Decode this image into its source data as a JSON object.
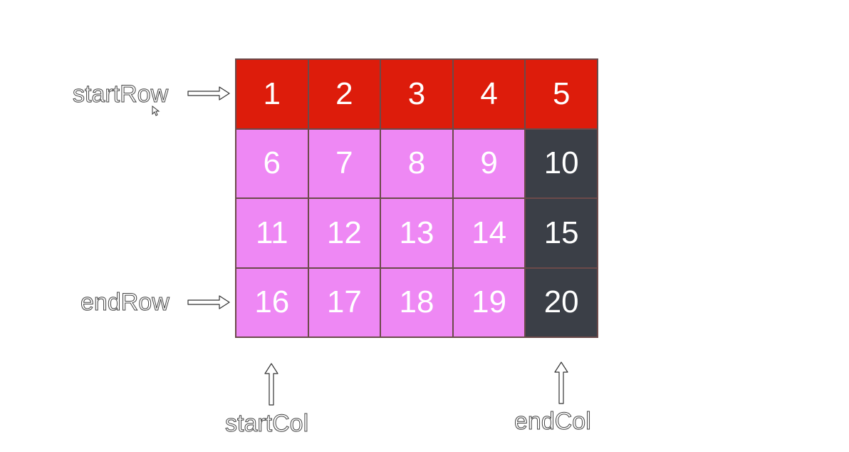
{
  "matrix": {
    "rows": [
      [
        "1",
        "2",
        "3",
        "4",
        "5"
      ],
      [
        "6",
        "7",
        "8",
        "9",
        "10"
      ],
      [
        "11",
        "12",
        "13",
        "14",
        "15"
      ],
      [
        "16",
        "17",
        "18",
        "19",
        "20"
      ]
    ],
    "cell_states": [
      [
        "top",
        "top",
        "top",
        "top",
        "top"
      ],
      [
        "body",
        "body",
        "body",
        "body",
        "right"
      ],
      [
        "body",
        "body",
        "body",
        "body",
        "right"
      ],
      [
        "body",
        "body",
        "body",
        "body",
        "right"
      ]
    ]
  },
  "colors": {
    "top": "#dd1c0b",
    "body": "#ee88f4",
    "right": "#3b3f47",
    "grid_line": "#6b4a4a"
  },
  "labels": {
    "start_row": "startRow",
    "end_row": "endRow",
    "start_col": "startCol",
    "end_col": "endCol"
  }
}
